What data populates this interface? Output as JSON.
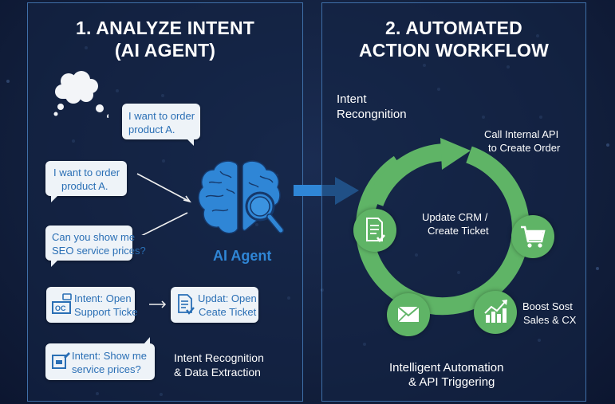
{
  "left_panel": {
    "title_line1": "1. ANALYZE INTENT",
    "title_line2": "(AI AGENT)",
    "thought_cloud_icon": "thought-cloud-icon",
    "bubbles": [
      {
        "line1": "I want to order",
        "line2": "product A."
      },
      {
        "line1": "I want to order",
        "line2": "product A."
      },
      {
        "line1": "Can you show me",
        "line2": "SEO service prices?"
      }
    ],
    "agent": {
      "label": "AI Agent",
      "icon": "brain-magnifier-icon"
    },
    "intent_cards": [
      {
        "line1": "Intent: Open",
        "line2": "Support Ticke",
        "icon": "ticket-chat-icon"
      },
      {
        "line1": "Updat: Open",
        "line2": "Ceate Ticket",
        "icon": "document-check-icon"
      },
      {
        "line1": "Intent: Show me",
        "line2": "service prices?",
        "icon": "edit-form-icon"
      }
    ],
    "footer_line1": "Intent Recognition",
    "footer_line2": "& Data Extraction"
  },
  "right_panel": {
    "title_line1": "2. AUTOMATED",
    "title_line2": "ACTION WORKFLOW",
    "intent_label_line1": "Intent",
    "intent_label_line2": "Recongnition",
    "api_label_line1": "Call Internal API",
    "api_label_line2": "to Create Order",
    "center_label_line1": "Update CRM /",
    "center_label_line2": "Create Ticket",
    "boost_label_line1": "Boost Sost",
    "boost_label_line2": "Sales & CX",
    "footer_line1": "Intelligent Automation",
    "footer_line2": "& API Triggering",
    "cycle_nodes": [
      "document-check-icon",
      "shopping-cart-icon",
      "growth-chart-icon",
      "envelope-icon"
    ]
  },
  "colors": {
    "background": "#13213f",
    "panel_border": "#3f6fa8",
    "accent_blue": "#2f86d6",
    "cycle_green": "#5fb466",
    "bubble_bg": "#eef3f8",
    "bubble_text": "#2a6fb5"
  }
}
